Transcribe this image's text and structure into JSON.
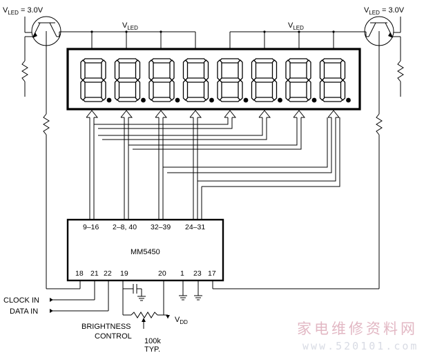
{
  "title": "MM5450 LED display driver application circuit",
  "supply": {
    "left": {
      "v": "V",
      "sub": "LED",
      "rest": " = 3.0V"
    },
    "right": {
      "v": "V",
      "sub": "LED",
      "rest": " = 3.0V"
    },
    "rail_left": {
      "v": "V",
      "sub": "LED"
    },
    "rail_right": {
      "v": "V",
      "sub": "LED"
    }
  },
  "display": {
    "digits": 8,
    "digit_glyph": "8."
  },
  "ic": {
    "name": "MM5450",
    "top_pins": [
      "9–16",
      "2–8, 40",
      "32–39",
      "24–31"
    ],
    "bottom_pins": [
      "18",
      "21",
      "22",
      "19",
      "20",
      "1",
      "23",
      "17"
    ]
  },
  "inputs": {
    "clock": "CLOCK IN",
    "data": "DATA IN"
  },
  "brightness": {
    "line1": "BRIGHTNESS",
    "line2": "CONTROL"
  },
  "vdd": {
    "v": "V",
    "sub": "DD"
  },
  "pot": {
    "value": "100k",
    "note": "TYP."
  },
  "watermark": {
    "cn": "家电维修资料网",
    "url": "www.520101.com"
  }
}
